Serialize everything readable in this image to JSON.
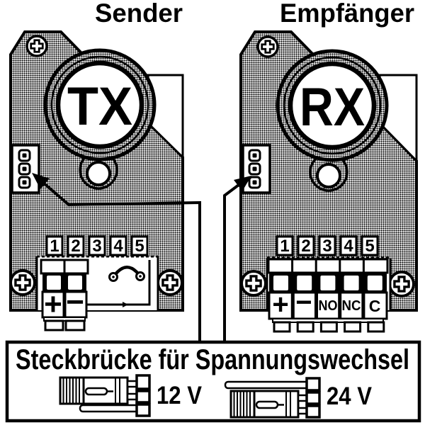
{
  "page": {
    "background": "#ffffff",
    "ink": "#000000"
  },
  "headers": {
    "sender": "Sender",
    "empfaenger": "Empfänger"
  },
  "sender_board": {
    "lens_label": "TX",
    "pin_numbers": [
      "1",
      "2",
      "3",
      "4",
      "5"
    ],
    "terminals": [
      "+",
      "−"
    ]
  },
  "empfaenger_board": {
    "lens_label": "RX",
    "pin_numbers": [
      "1",
      "2",
      "3",
      "4",
      "5"
    ],
    "terminals": [
      "+",
      "−",
      "NO",
      "NC",
      "C"
    ]
  },
  "legend": {
    "title": "Steckbrücke für Spannungswechsel",
    "options": [
      {
        "label": "12 V",
        "jumper_position": "upper-pins"
      },
      {
        "label": "24 V",
        "jumper_position": "lower-pins"
      }
    ]
  }
}
